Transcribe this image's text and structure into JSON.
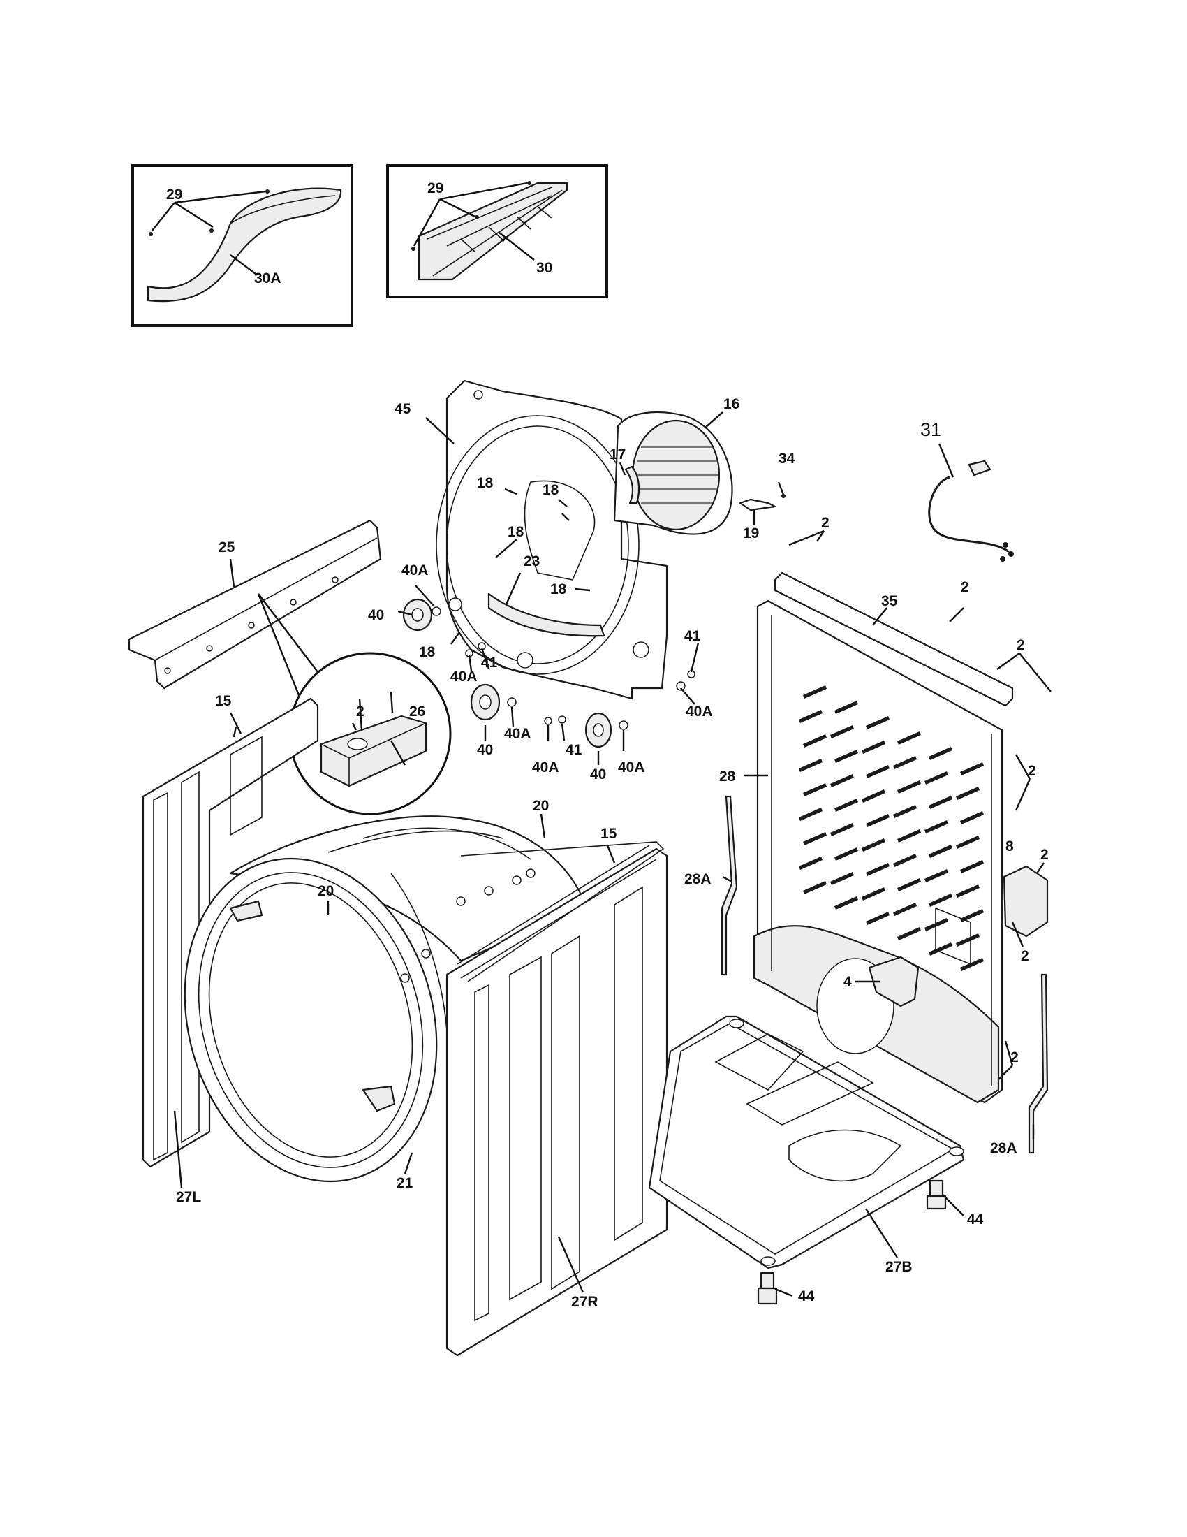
{
  "diagram": {
    "inset_left": {
      "labels": {
        "screws": "29",
        "bracket": "30A"
      }
    },
    "inset_right": {
      "labels": {
        "screws": "29",
        "bracket": "30"
      }
    },
    "callouts": {
      "p45": "45",
      "p16": "16",
      "p17": "17",
      "p34": "34",
      "p31": "31",
      "p19": "19",
      "p18a": "18",
      "p18b": "18",
      "p18c": "18",
      "p18d": "18",
      "p18e": "18",
      "p23": "23",
      "p25": "25",
      "p40a_1": "40A",
      "p40a_2": "40A",
      "p40a_3": "40A",
      "p40a_4": "40A",
      "p40a_5": "40A",
      "p40_1": "40",
      "p40_2": "40",
      "p40_3": "40",
      "p41_1": "41",
      "p41_2": "41",
      "p41_3": "41",
      "p2_a": "2",
      "p2_b": "2",
      "p2_c": "2",
      "p2_d": "2",
      "p2_e": "2",
      "p2_f": "2",
      "p2_g": "2",
      "p2_h": "2",
      "p35": "35",
      "p26": "26",
      "p15_left": "15",
      "p15_right": "15",
      "p20_top": "20",
      "p20_front": "20",
      "p28": "28",
      "p28a_left": "28A",
      "p28a_right": "28A",
      "p8": "8",
      "p4": "4",
      "p21": "21",
      "p27l": "27L",
      "p27r": "27R",
      "p27b": "27B",
      "p44_right": "44",
      "p44_bottom": "44"
    }
  }
}
